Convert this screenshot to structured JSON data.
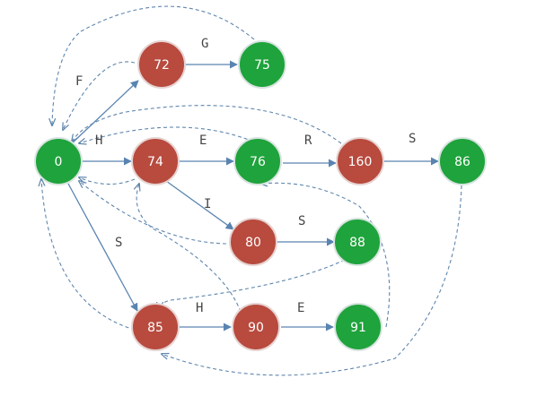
{
  "colors": {
    "red_node": "#b84a3e",
    "green_node": "#1fa33c",
    "solid_edge": "#5a84b0",
    "dashed_edge": "#5f86ad",
    "label_text": "#444444"
  },
  "nodes": [
    {
      "id": "n0",
      "label": "0",
      "kind": "green"
    },
    {
      "id": "n72",
      "label": "72",
      "kind": "red"
    },
    {
      "id": "n75",
      "label": "75",
      "kind": "green"
    },
    {
      "id": "n74",
      "label": "74",
      "kind": "red"
    },
    {
      "id": "n76",
      "label": "76",
      "kind": "green"
    },
    {
      "id": "n160",
      "label": "160",
      "kind": "red"
    },
    {
      "id": "n86",
      "label": "86",
      "kind": "green"
    },
    {
      "id": "n80",
      "label": "80",
      "kind": "red"
    },
    {
      "id": "n88",
      "label": "88",
      "kind": "green"
    },
    {
      "id": "n85",
      "label": "85",
      "kind": "red"
    },
    {
      "id": "n90",
      "label": "90",
      "kind": "red"
    },
    {
      "id": "n91",
      "label": "91",
      "kind": "green"
    }
  ],
  "edges": [
    {
      "from": "n0",
      "to": "n72",
      "label": "F"
    },
    {
      "from": "n72",
      "to": "n75",
      "label": "G"
    },
    {
      "from": "n0",
      "to": "n74",
      "label": "H"
    },
    {
      "from": "n74",
      "to": "n76",
      "label": "E"
    },
    {
      "from": "n76",
      "to": "n160",
      "label": "R"
    },
    {
      "from": "n160",
      "to": "n86",
      "label": "S"
    },
    {
      "from": "n74",
      "to": "n80",
      "label": "I"
    },
    {
      "from": "n80",
      "to": "n88",
      "label": "S"
    },
    {
      "from": "n0",
      "to": "n85",
      "label": "S"
    },
    {
      "from": "n85",
      "to": "n90",
      "label": "H"
    },
    {
      "from": "n90",
      "to": "n91",
      "label": "E"
    }
  ],
  "fail_links": [
    {
      "from": "n72",
      "to": "n0"
    },
    {
      "from": "n75",
      "to": "n0"
    },
    {
      "from": "n160",
      "to": "n0"
    },
    {
      "from": "n76",
      "to": "n0"
    },
    {
      "from": "n74",
      "to": "n0"
    },
    {
      "from": "n80",
      "to": "n0"
    },
    {
      "from": "n85",
      "to": "n0"
    },
    {
      "from": "n90",
      "to": "n74"
    },
    {
      "from": "n88",
      "to": "n85"
    },
    {
      "from": "n91",
      "to": "n76"
    },
    {
      "from": "n86",
      "to": "n85"
    }
  ]
}
